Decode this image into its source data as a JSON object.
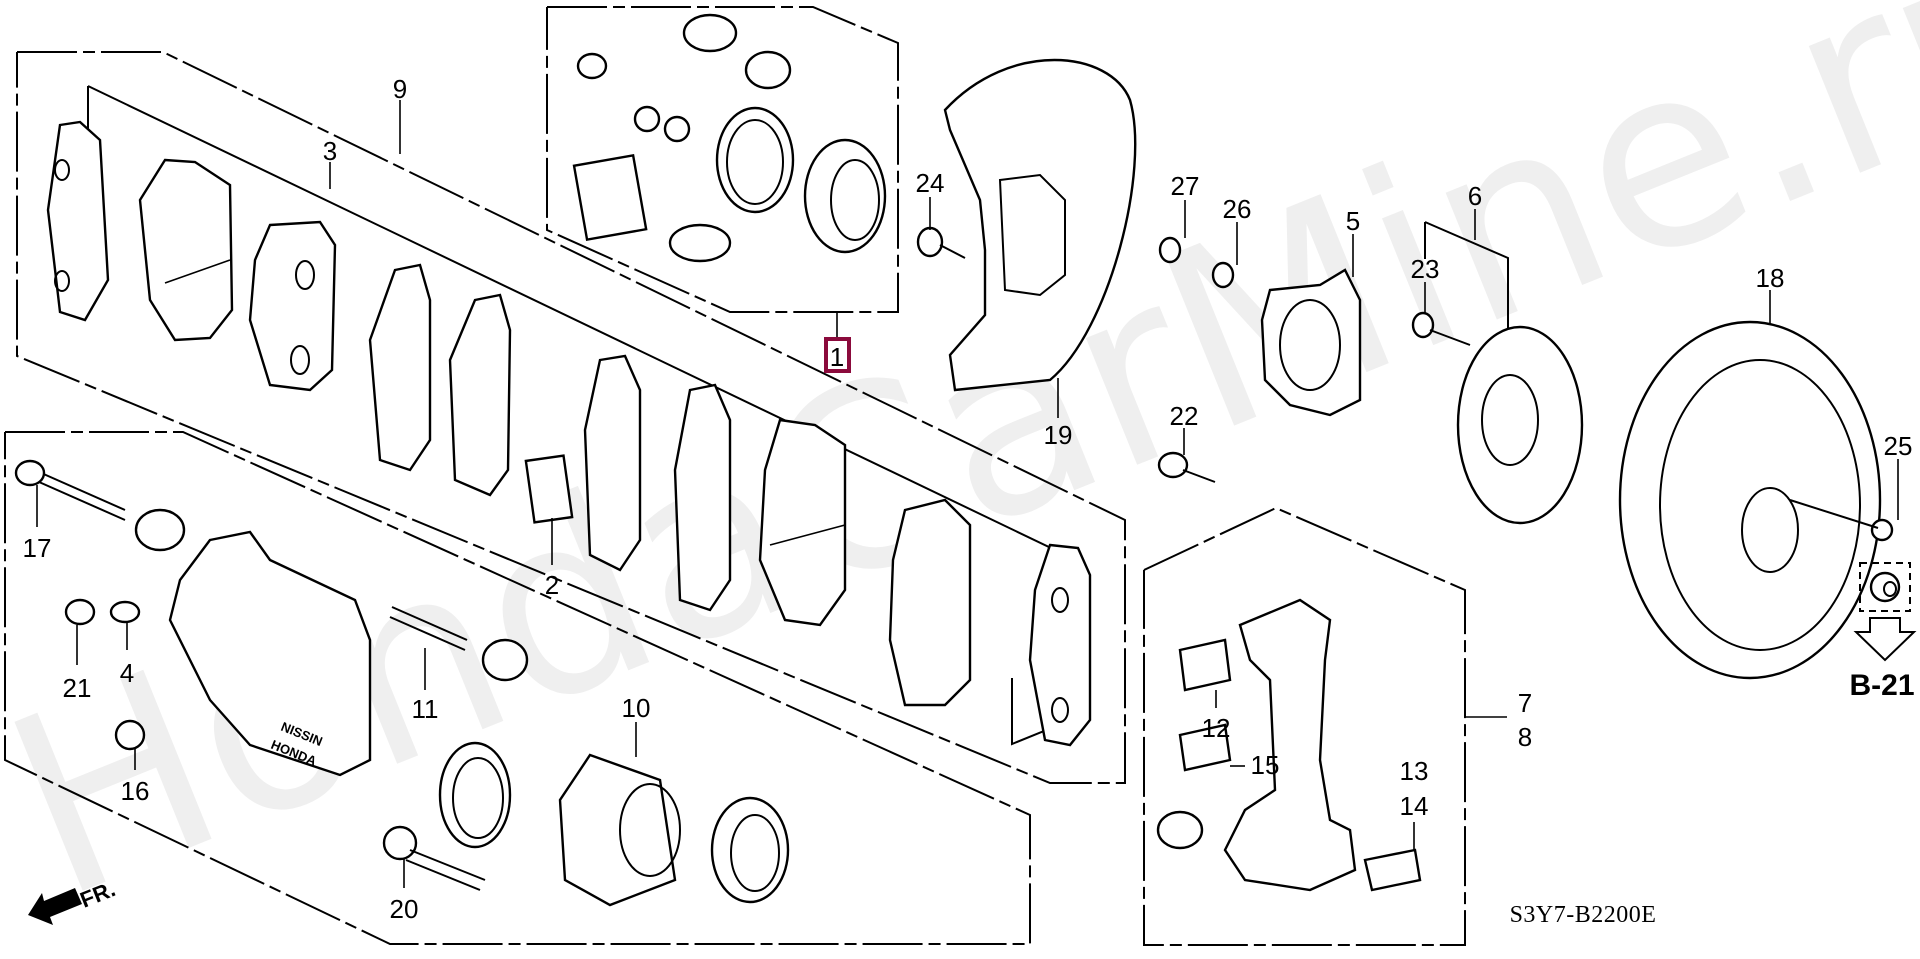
{
  "diagram": {
    "title": "Front brake caliper / disc assembly",
    "watermark": "HondaCarMine.ru",
    "diagram_code": "S3Y7-B2200E",
    "reference_label": "B-21",
    "direction_label": "FR.",
    "highlight_color": "#8b0a3c",
    "highlighted_callout": "1",
    "callouts": {
      "c1": "1",
      "c2": "2",
      "c3": "3",
      "c4": "4",
      "c5": "5",
      "c6": "6",
      "c7": "7",
      "c8": "8",
      "c9": "9",
      "c10": "10",
      "c11": "11",
      "c12": "12",
      "c13": "13",
      "c14": "14",
      "c15": "15",
      "c16": "16",
      "c17": "17",
      "c18": "18",
      "c19": "19",
      "c20": "20",
      "c21": "21",
      "c22": "22",
      "c23": "23",
      "c24": "24",
      "c25": "25",
      "c26": "26",
      "c27": "27"
    },
    "caliper_marking": [
      "NISSIN",
      "HONDA"
    ]
  }
}
